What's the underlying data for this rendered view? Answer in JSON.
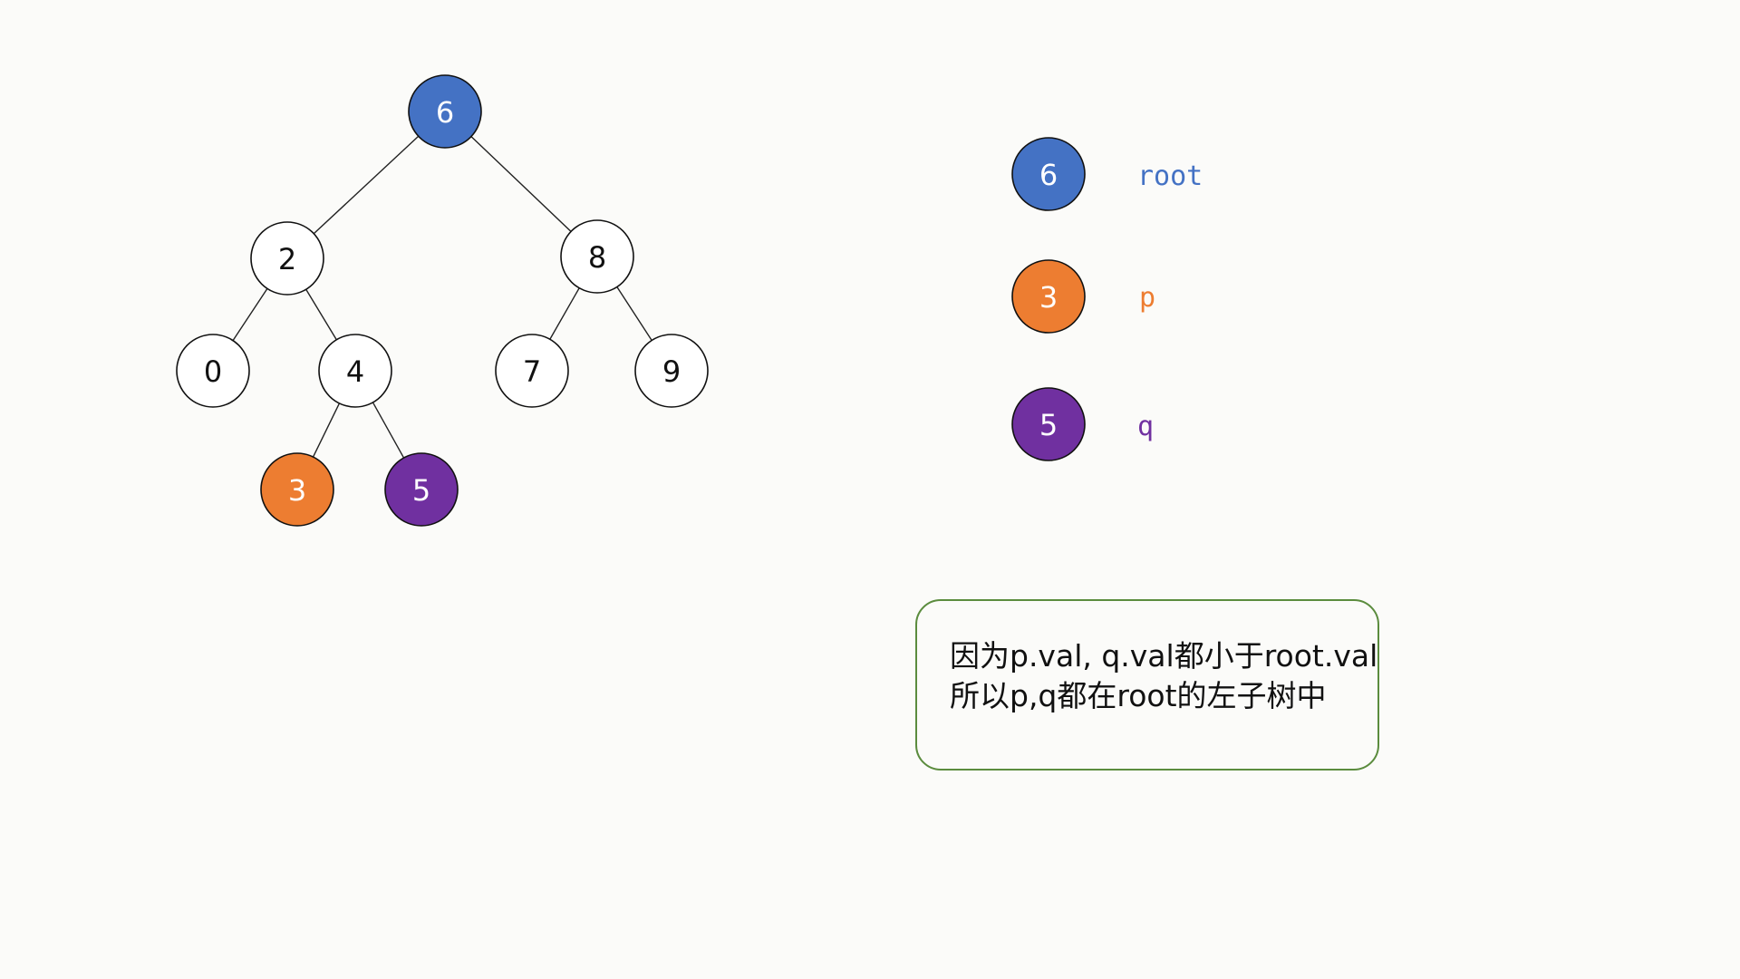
{
  "colors": {
    "root_fill": "#4472c4",
    "p_fill": "#ed7d31",
    "q_fill": "#7030a0",
    "plain_fill": "#ffffff",
    "node_stroke": "#111111",
    "edge": "#222222",
    "note_border": "#5b8c3e"
  },
  "tree": {
    "nodes": [
      {
        "id": "n6",
        "label": "6",
        "role": "root"
      },
      {
        "id": "n2",
        "label": "2",
        "role": "plain"
      },
      {
        "id": "n8",
        "label": "8",
        "role": "plain"
      },
      {
        "id": "n0",
        "label": "0",
        "role": "plain"
      },
      {
        "id": "n4",
        "label": "4",
        "role": "plain"
      },
      {
        "id": "n7",
        "label": "7",
        "role": "plain"
      },
      {
        "id": "n9",
        "label": "9",
        "role": "plain"
      },
      {
        "id": "n3",
        "label": "3",
        "role": "p"
      },
      {
        "id": "n5",
        "label": "5",
        "role": "q"
      }
    ],
    "edges": [
      {
        "from": "n6",
        "to": "n2"
      },
      {
        "from": "n6",
        "to": "n8"
      },
      {
        "from": "n2",
        "to": "n0"
      },
      {
        "from": "n2",
        "to": "n4"
      },
      {
        "from": "n8",
        "to": "n7"
      },
      {
        "from": "n8",
        "to": "n9"
      },
      {
        "from": "n4",
        "to": "n3"
      },
      {
        "from": "n4",
        "to": "n5"
      }
    ]
  },
  "legend": [
    {
      "node_label": "6",
      "name": "root",
      "role": "root"
    },
    {
      "node_label": "3",
      "name": "p",
      "role": "p"
    },
    {
      "node_label": "5",
      "name": "q",
      "role": "q"
    }
  ],
  "note": {
    "line1": "因为p.val, q.val都小于root.val",
    "line2": "所以p,q都在root的左子树中"
  }
}
